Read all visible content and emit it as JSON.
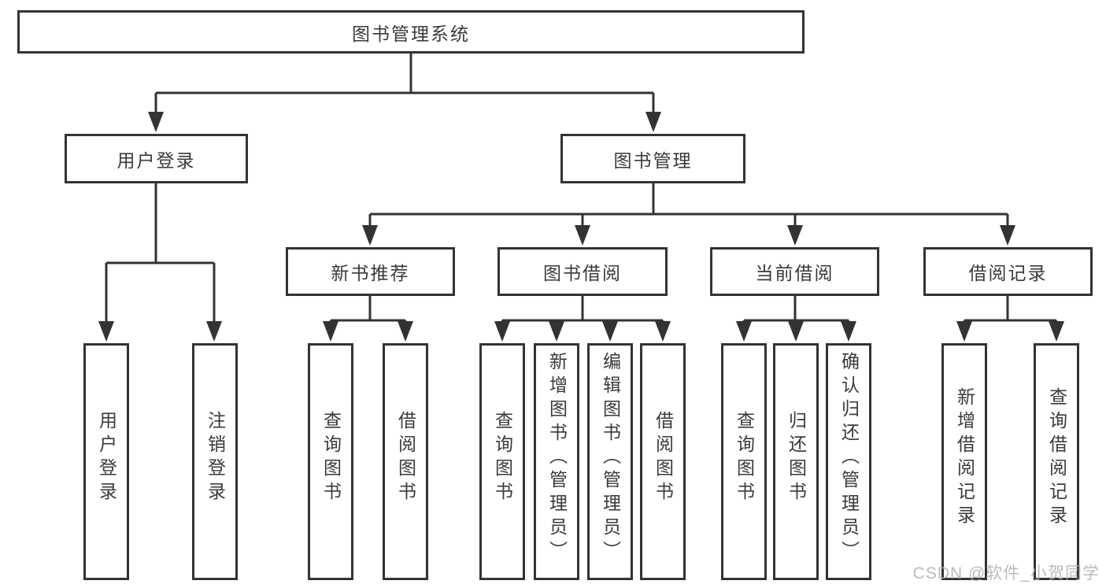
{
  "diagram": {
    "root": "图书管理系统",
    "level2": [
      "用户登录",
      "图书管理"
    ],
    "level3": [
      "新书推荐",
      "图书借阅",
      "当前借阅",
      "借阅记录"
    ],
    "leaves": {
      "user_login": [
        "用户登录",
        "注销登录"
      ],
      "new_book": [
        "查询图书",
        "借阅图书"
      ],
      "book_borrow": [
        "查询图书",
        "新增图书（管理员）",
        "编辑图书（管理员）",
        "借阅图书"
      ],
      "current_borrow": [
        "查询图书",
        "归还图书",
        "确认归还（管理员）"
      ],
      "borrow_record": [
        "新增借阅记录",
        "查询借阅记录"
      ]
    }
  },
  "watermark": "CSDN @软件_小贺同学",
  "colors": {
    "line": "#333333",
    "text": "#3a3a3a",
    "background": "#ffffff",
    "watermark": "#b0b0b0"
  }
}
